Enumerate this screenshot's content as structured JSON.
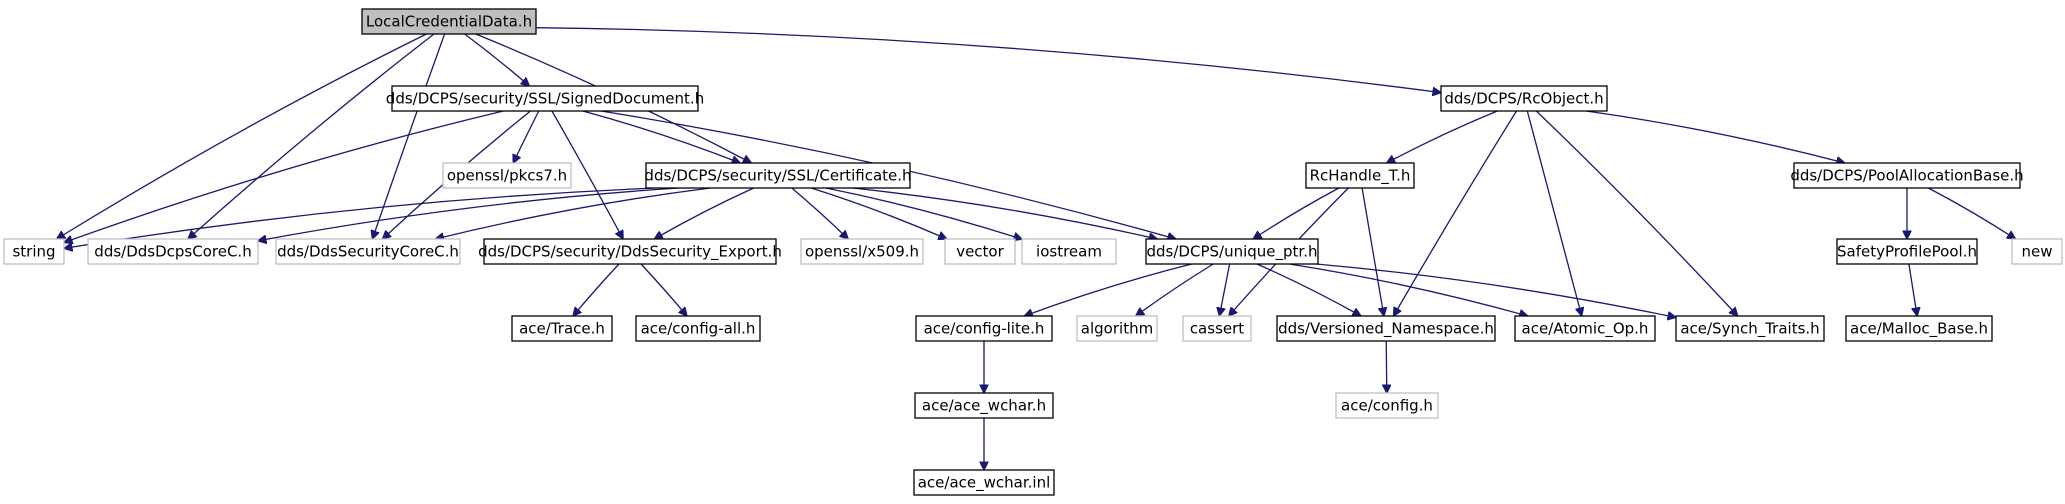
{
  "diagram": {
    "nodes": [
      {
        "id": "root",
        "label": "LocalCredentialData.h",
        "kind": "root"
      },
      {
        "id": "signed",
        "label": "dds/DCPS/security/SSL/SignedDocument.h",
        "kind": "doc"
      },
      {
        "id": "rcobject",
        "label": "dds/DCPS/RcObject.h",
        "kind": "doc"
      },
      {
        "id": "cert",
        "label": "dds/DCPS/security/SSL/Certificate.h",
        "kind": "doc"
      },
      {
        "id": "pkcs7",
        "label": "openssl/pkcs7.h",
        "kind": "ext"
      },
      {
        "id": "rchandle",
        "label": "RcHandle_T.h",
        "kind": "doc"
      },
      {
        "id": "poolalloc",
        "label": "dds/DCPS/PoolAllocationBase.h",
        "kind": "doc"
      },
      {
        "id": "string",
        "label": "string",
        "kind": "ext"
      },
      {
        "id": "dcpscore",
        "label": "dds/DdsDcpsCoreC.h",
        "kind": "ext"
      },
      {
        "id": "seccore",
        "label": "dds/DdsSecurityCoreC.h",
        "kind": "ext"
      },
      {
        "id": "secexport",
        "label": "dds/DCPS/security/DdsSecurity_Export.h",
        "kind": "doc"
      },
      {
        "id": "x509",
        "label": "openssl/x509.h",
        "kind": "ext"
      },
      {
        "id": "vector",
        "label": "vector",
        "kind": "ext"
      },
      {
        "id": "iostream",
        "label": "iostream",
        "kind": "ext"
      },
      {
        "id": "uniqueptr",
        "label": "dds/DCPS/unique_ptr.h",
        "kind": "doc"
      },
      {
        "id": "safetypool",
        "label": "SafetyProfilePool.h",
        "kind": "doc"
      },
      {
        "id": "new",
        "label": "new",
        "kind": "ext"
      },
      {
        "id": "trace",
        "label": "ace/Trace.h",
        "kind": "doc"
      },
      {
        "id": "configall",
        "label": "ace/config-all.h",
        "kind": "doc"
      },
      {
        "id": "configlite",
        "label": "ace/config-lite.h",
        "kind": "doc"
      },
      {
        "id": "algorithm",
        "label": "algorithm",
        "kind": "ext"
      },
      {
        "id": "cassert",
        "label": "cassert",
        "kind": "ext"
      },
      {
        "id": "versioned",
        "label": "dds/Versioned_Namespace.h",
        "kind": "doc"
      },
      {
        "id": "atomic",
        "label": "ace/Atomic_Op.h",
        "kind": "doc"
      },
      {
        "id": "synch",
        "label": "ace/Synch_Traits.h",
        "kind": "doc"
      },
      {
        "id": "malloc",
        "label": "ace/Malloc_Base.h",
        "kind": "doc"
      },
      {
        "id": "wcharh",
        "label": "ace/ace_wchar.h",
        "kind": "doc"
      },
      {
        "id": "configh",
        "label": "ace/config.h",
        "kind": "ext"
      },
      {
        "id": "wcharinl",
        "label": "ace/ace_wchar.inl",
        "kind": "doc"
      }
    ],
    "edges": [
      [
        "root",
        "signed"
      ],
      [
        "root",
        "rcobject"
      ],
      [
        "root",
        "cert"
      ],
      [
        "root",
        "string"
      ],
      [
        "root",
        "dcpscore"
      ],
      [
        "root",
        "seccore"
      ],
      [
        "signed",
        "pkcs7"
      ],
      [
        "signed",
        "cert"
      ],
      [
        "signed",
        "string"
      ],
      [
        "signed",
        "seccore"
      ],
      [
        "signed",
        "secexport"
      ],
      [
        "signed",
        "uniqueptr"
      ],
      [
        "cert",
        "string"
      ],
      [
        "cert",
        "dcpscore"
      ],
      [
        "cert",
        "seccore"
      ],
      [
        "cert",
        "secexport"
      ],
      [
        "cert",
        "x509"
      ],
      [
        "cert",
        "vector"
      ],
      [
        "cert",
        "iostream"
      ],
      [
        "cert",
        "uniqueptr"
      ],
      [
        "rcobject",
        "rchandle"
      ],
      [
        "rcobject",
        "poolalloc"
      ],
      [
        "rcobject",
        "versioned"
      ],
      [
        "rcobject",
        "atomic"
      ],
      [
        "rcobject",
        "synch"
      ],
      [
        "rchandle",
        "uniqueptr"
      ],
      [
        "rchandle",
        "cassert"
      ],
      [
        "rchandle",
        "versioned"
      ],
      [
        "poolalloc",
        "safetypool"
      ],
      [
        "poolalloc",
        "new"
      ],
      [
        "safetypool",
        "malloc"
      ],
      [
        "secexport",
        "trace"
      ],
      [
        "secexport",
        "configall"
      ],
      [
        "uniqueptr",
        "configlite"
      ],
      [
        "uniqueptr",
        "algorithm"
      ],
      [
        "uniqueptr",
        "cassert"
      ],
      [
        "uniqueptr",
        "versioned"
      ],
      [
        "uniqueptr",
        "atomic"
      ],
      [
        "uniqueptr",
        "synch"
      ],
      [
        "configlite",
        "wcharh"
      ],
      [
        "wcharh",
        "wcharinl"
      ],
      [
        "versioned",
        "configh"
      ]
    ]
  }
}
